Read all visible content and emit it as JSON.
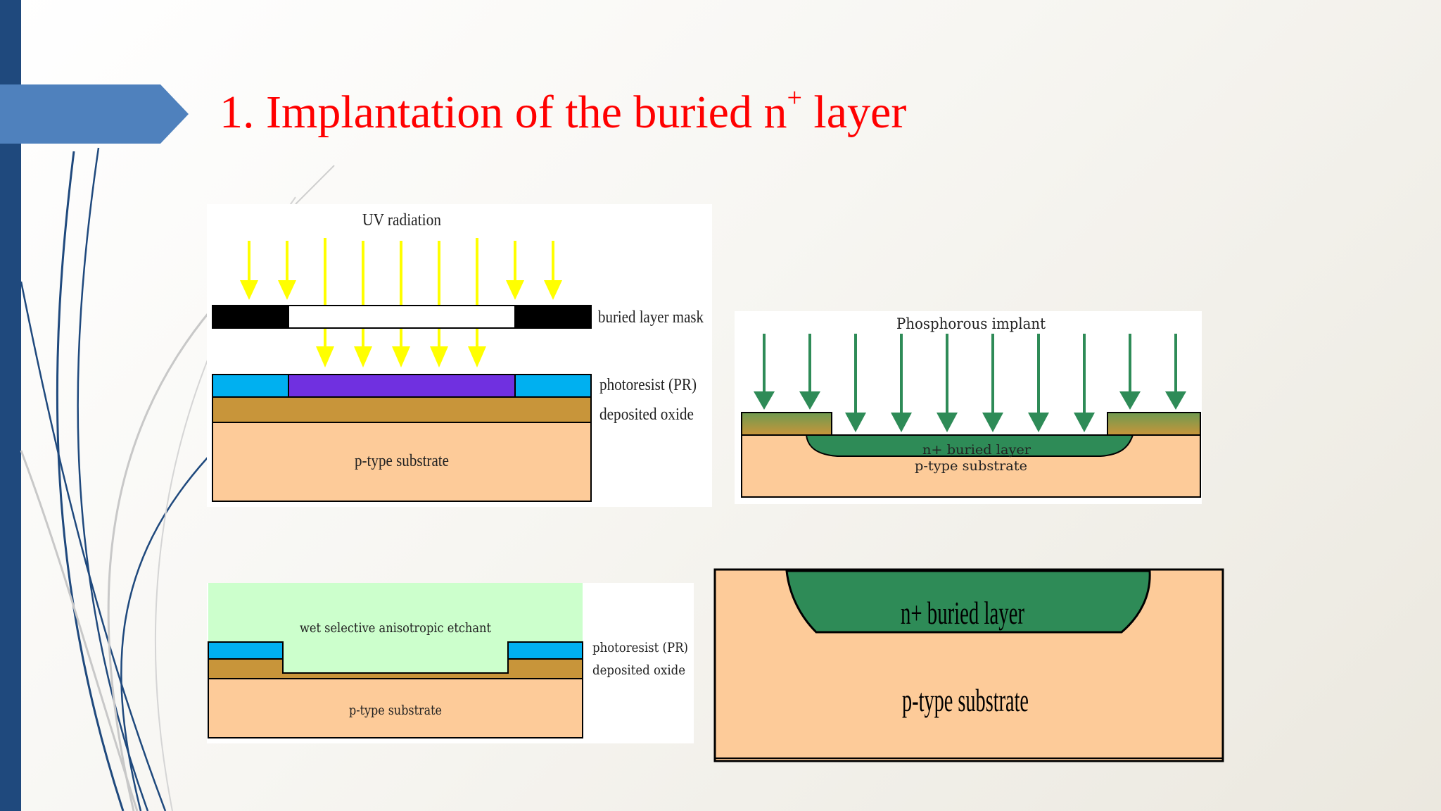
{
  "title": {
    "number": "1.",
    "text": "Implantation of the buried n",
    "superscript": "+",
    "suffix": " layer"
  },
  "diagram_uv": {
    "uv_label": "UV radiation",
    "mask_label": "buried layer mask",
    "pr_label": "photoresist (PR)",
    "oxide_label": "deposited oxide",
    "substrate_label": "p-type substrate"
  },
  "diagram_implant": {
    "implant_label": "Phosphorous implant",
    "buried_label": "n+ buried layer",
    "substrate_label": "p-type substrate"
  },
  "diagram_etch": {
    "etchant_label": "wet selective anisotropic etchant",
    "pr_label": "photoresist (PR)",
    "oxide_label": "deposited oxide",
    "substrate_label": "p-type substrate"
  },
  "diagram_result": {
    "buried_label": "n+ buried layer",
    "substrate_label": "p-type substrate"
  },
  "colors": {
    "title": "#ff0000",
    "side_bar": "#1f497d",
    "arrow_tab": "#4f81bd",
    "uv_arrow": "#ffff00",
    "implant_arrow": "#2e8b57",
    "photoresist": "#00b0f0",
    "exposed_resist": "#7030e0",
    "oxide": "#c8953a",
    "substrate": "#fdcb99",
    "n_buried": "#2e8b57",
    "etchant": "#ccffcc"
  },
  "icons": {
    "title_marker": "right-pointing-tab-arrow"
  }
}
